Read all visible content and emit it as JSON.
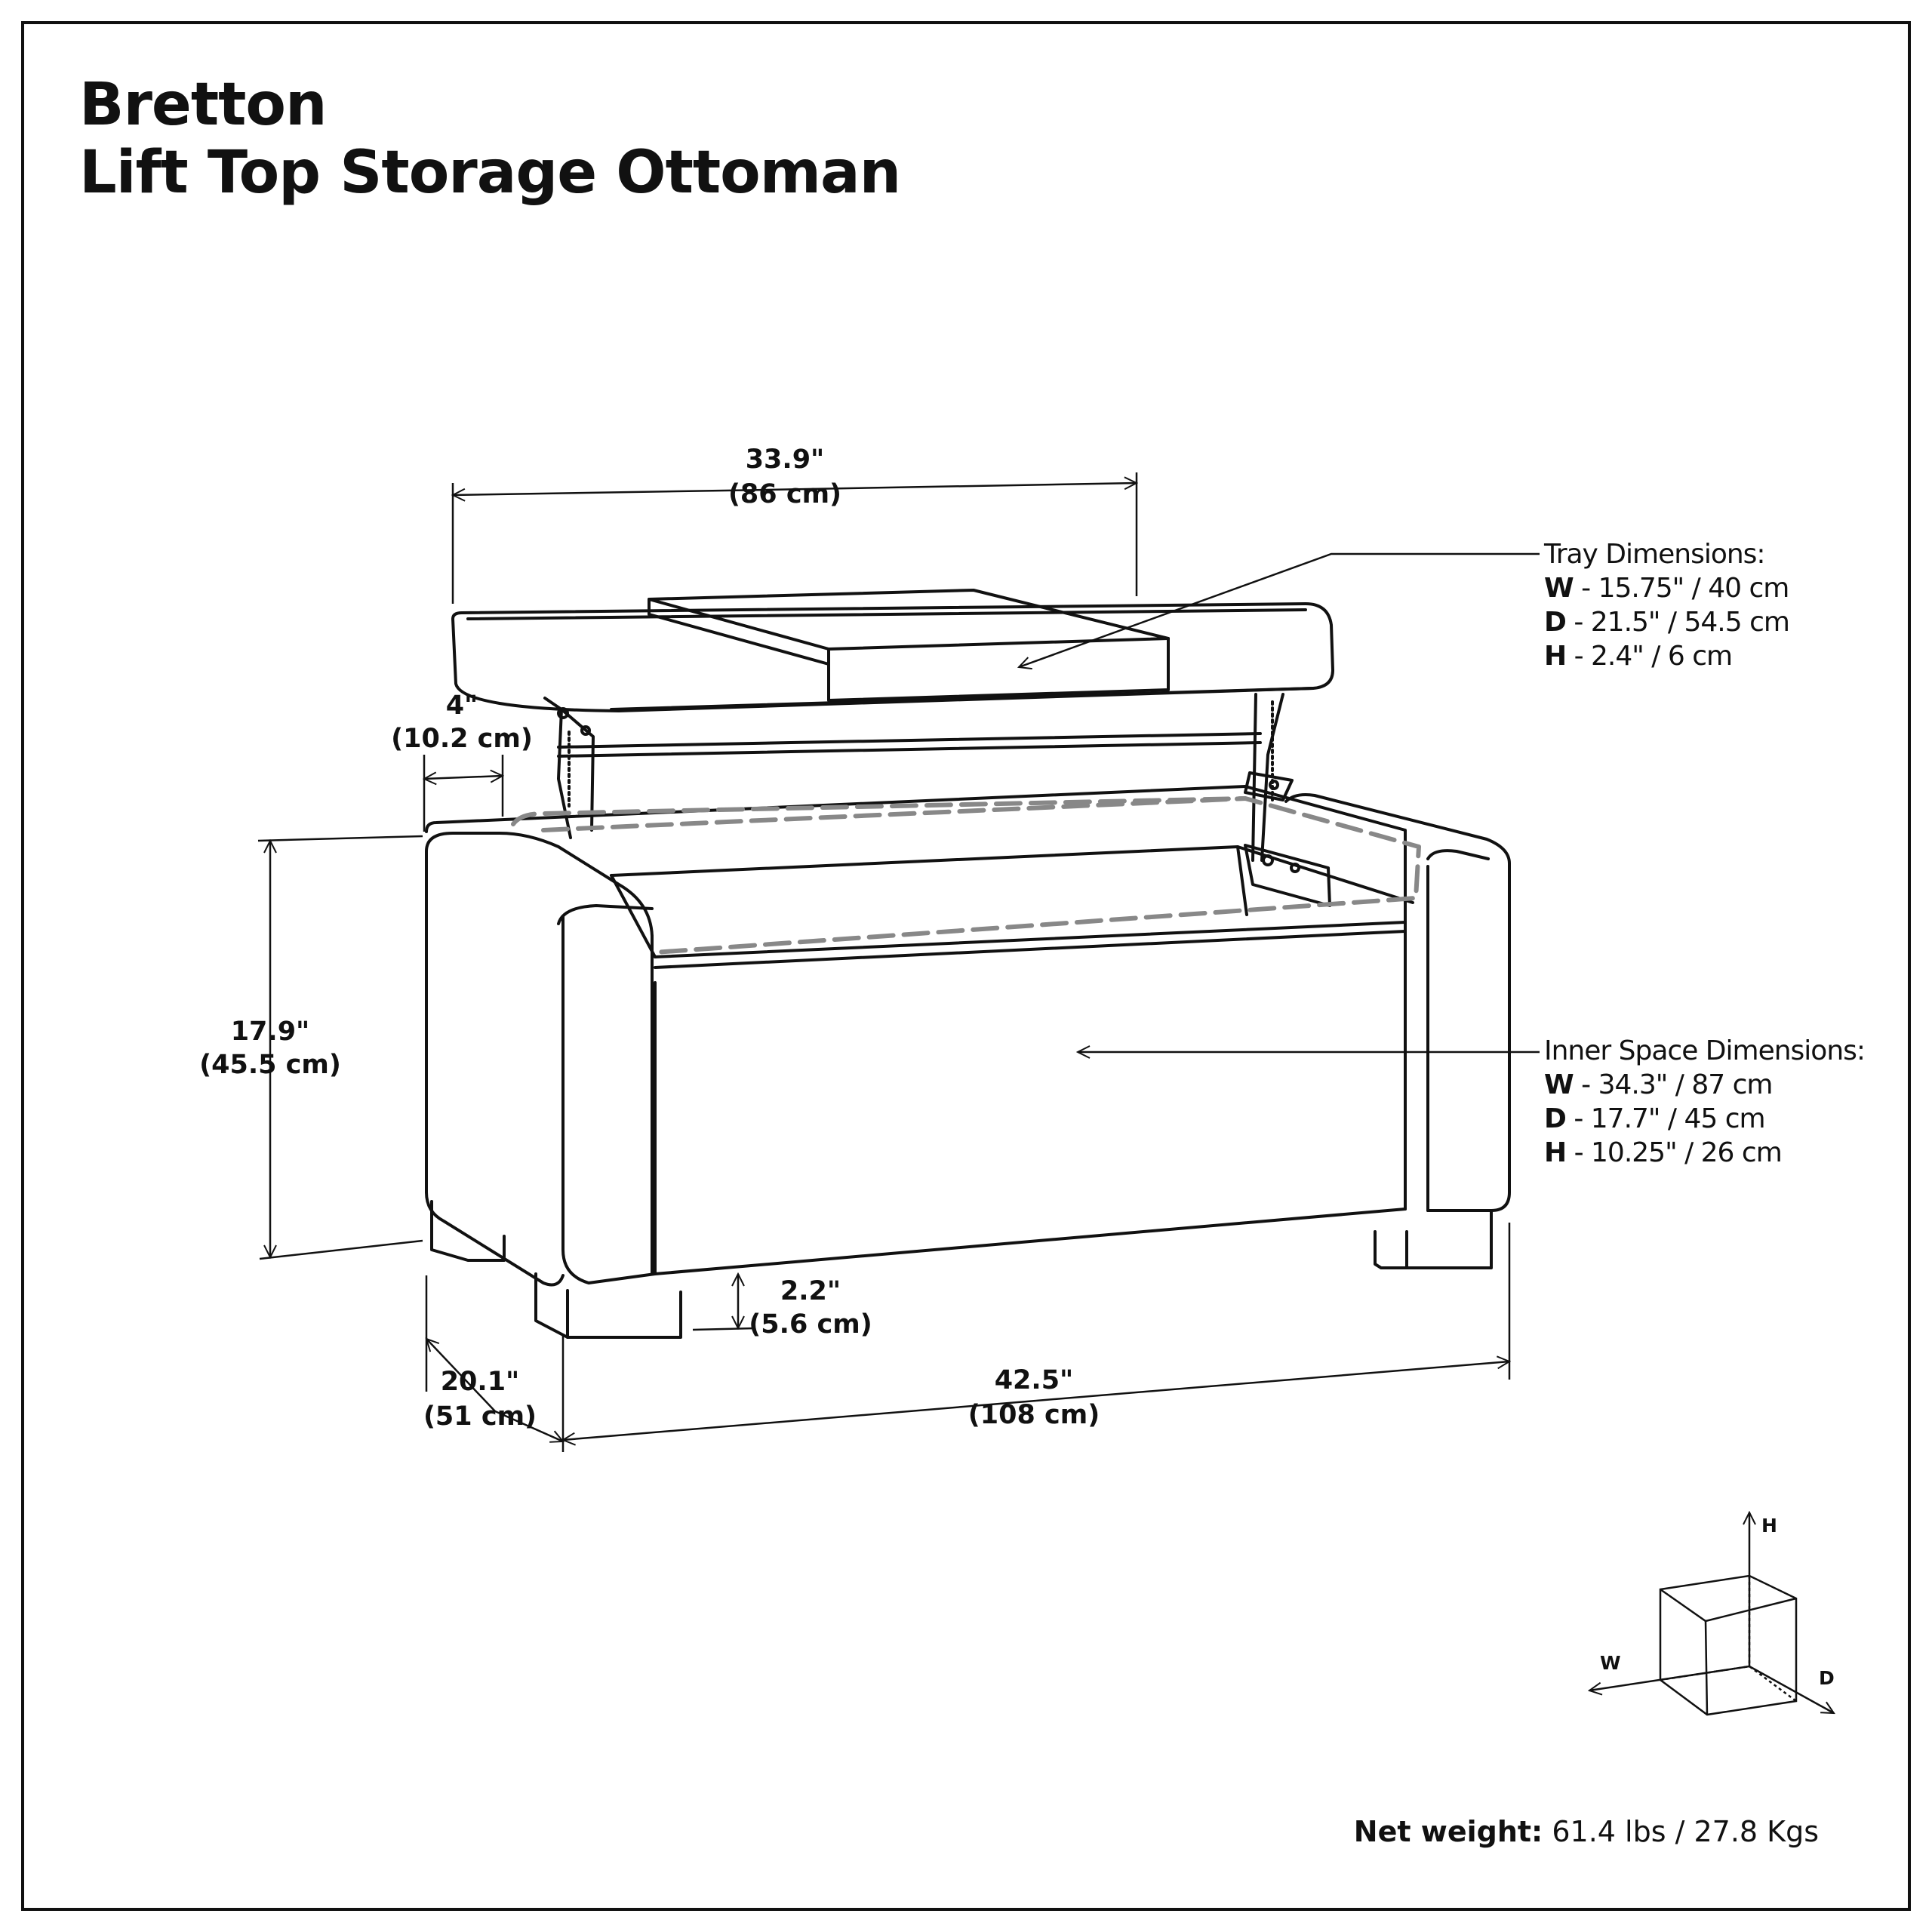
{
  "title": {
    "brand": "Bretton",
    "product": "Lift Top Storage Ottoman"
  },
  "dimensions": {
    "top_width": {
      "imperial": "33.9\"",
      "metric": "(86 cm)"
    },
    "arm_width": {
      "imperial": "4\"",
      "metric": "(10.2 cm)"
    },
    "height": {
      "imperial": "17.9\"",
      "metric": "(45.5 cm)"
    },
    "leg_height": {
      "imperial": "2.2\"",
      "metric": "(5.6 cm)"
    },
    "depth": {
      "imperial": "20.1\"",
      "metric": "(51 cm)"
    },
    "width": {
      "imperial": "42.5\"",
      "metric": "(108 cm)"
    }
  },
  "tray": {
    "heading": "Tray Dimensions:",
    "rows": [
      {
        "key": "W",
        "value": " - 15.75\" / 40 cm"
      },
      {
        "key": "D",
        "value": " - 21.5\" / 54.5 cm"
      },
      {
        "key": "H",
        "value": " - 2.4\" / 6 cm"
      }
    ]
  },
  "inner": {
    "heading": "Inner Space Dimensions:",
    "rows": [
      {
        "key": "W",
        "value": " - 34.3\" / 87 cm"
      },
      {
        "key": "D",
        "value": " - 17.7\" / 45 cm"
      },
      {
        "key": "H",
        "value": " - 10.25\" / 26 cm"
      }
    ]
  },
  "axes": {
    "h": "H",
    "w": "W",
    "d": "D"
  },
  "weight": {
    "label": "Net weight:",
    "value": " 61.4 lbs / 27.8 Kgs"
  }
}
